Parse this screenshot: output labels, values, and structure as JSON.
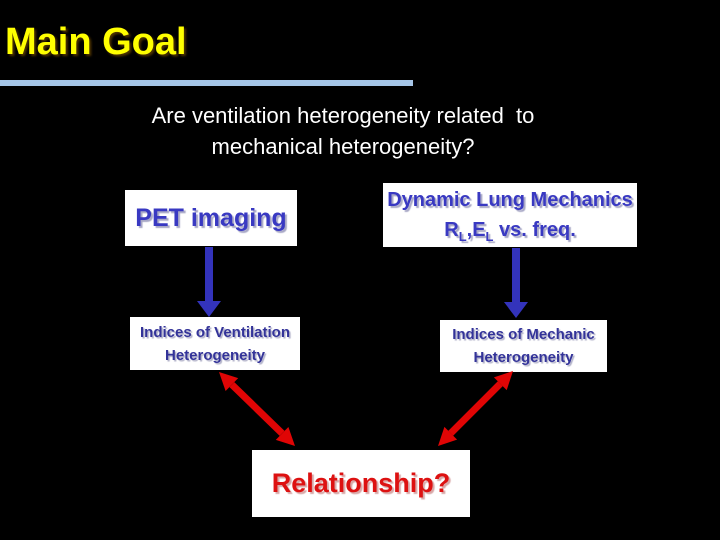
{
  "slide": {
    "title": "Main Goal",
    "question_line1": "Are ventilation heterogeneity related  to",
    "question_line2": "mechanical heterogeneity?",
    "boxes": {
      "pet": {
        "label": "PET imaging"
      },
      "dynamic": {
        "line1": "Dynamic Lung Mechanics",
        "line2_parts": {
          "p1": "R",
          "sub1": "L",
          "p2": ",E",
          "sub2": "L",
          "p3": " vs. freq."
        }
      },
      "ventilation": {
        "line1": "Indices of Ventilation",
        "line2": "Heterogeneity"
      },
      "mechanic": {
        "line1": "Indices of Mechanic",
        "line2": "Heterogeneity"
      },
      "relationship": {
        "label": "Relationship?"
      }
    },
    "colors": {
      "bg": "#000000",
      "title_yellow": "#ffff00",
      "rule_blue": "#a6c6e8",
      "text_white": "#ffffff",
      "box_white": "#ffffff",
      "box_blue": "#3939c2",
      "indices_blue": "#333399",
      "arrow_blue": "#3333bb",
      "arrow_red": "#e00505",
      "relationship_red": "#dd1111"
    }
  }
}
